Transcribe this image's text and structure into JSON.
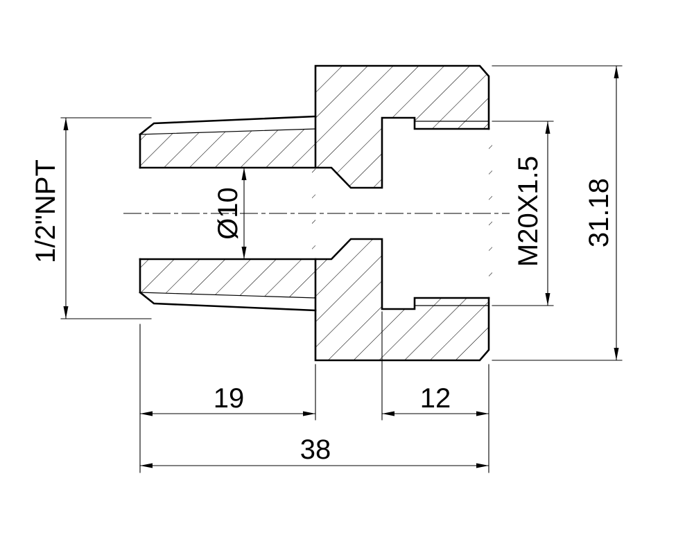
{
  "drawing": {
    "kind": "technical-drawing",
    "dimensions": {
      "left_thread": "1/2\"NPT",
      "bore_diameter": "Ø10",
      "right_thread": "M20X1.5",
      "overall_height": "31.18",
      "left_thread_length": "19",
      "right_thread_depth": "12",
      "overall_length": "38"
    },
    "colors": {
      "line": "#000000",
      "background": "#ffffff"
    }
  }
}
